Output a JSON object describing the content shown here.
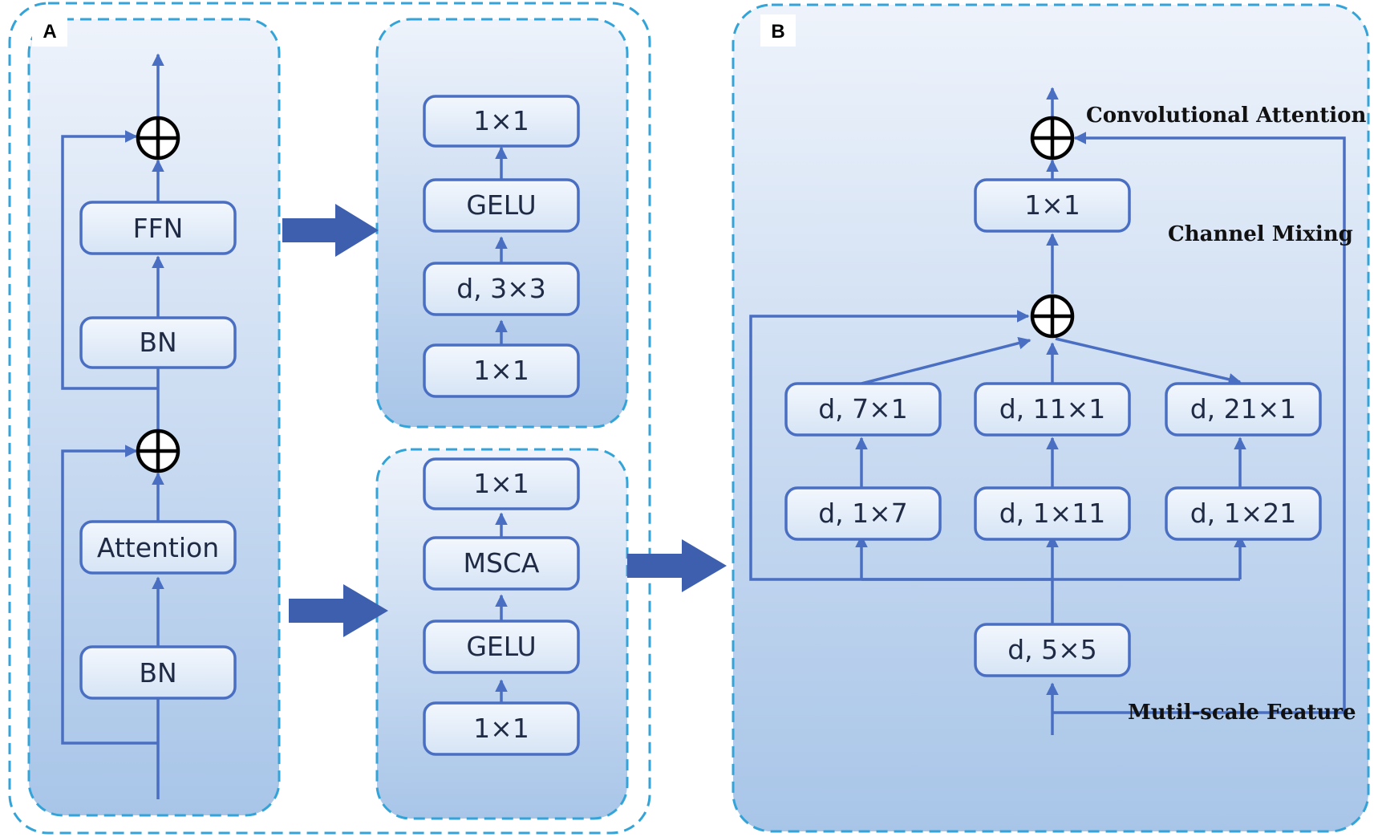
{
  "panel_a": {
    "letter": "A",
    "block": {
      "top_block": "FFN",
      "bn_upper": "BN",
      "attention": "Attention",
      "bn_lower": "BN"
    },
    "ffn_detail": [
      "1×1",
      "GELU",
      "d, 3×3",
      "1×1"
    ],
    "attention_detail": [
      "1×1",
      "MSCA",
      "GELU",
      "1×1"
    ]
  },
  "panel_b": {
    "letter": "B",
    "top_conv": "1×1",
    "branches": {
      "b7": {
        "second": "d, 7×1",
        "first": "d, 1×7"
      },
      "b11": {
        "second": "d, 11×1",
        "first": "d, 1×11"
      },
      "b21": {
        "second": "d, 21×1",
        "first": "d, 1×21"
      }
    },
    "base_conv": "d, 5×5",
    "labels": {
      "convolutional_attention": "Convolutional Attention",
      "channel_mixing": "Channel Mixing",
      "multi_scale": "Mutil-scale Feature"
    }
  },
  "colors": {
    "box_stroke": "#4a6fc2",
    "arrow": "#4a6fc2",
    "big_arrow": "#3d5fae",
    "dash": "#33a3d8",
    "panel_top": "#eaf1fa",
    "panel_bottom": "#a9c6e8"
  }
}
